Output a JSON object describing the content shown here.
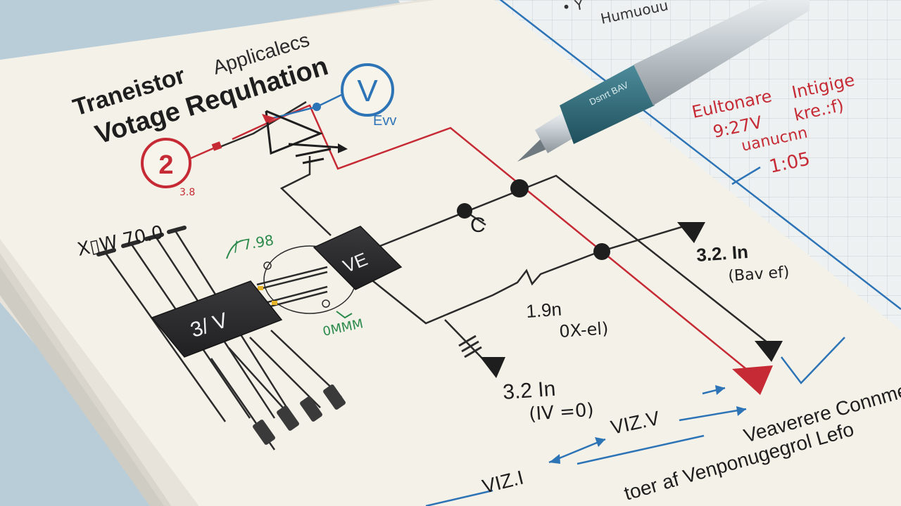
{
  "title": {
    "line1": "Traneistor",
    "line1_suffix": "Applicalecs",
    "line2": "Votage Requhation"
  },
  "top_note": "Humuouu",
  "top_note_prefix": "• Y",
  "pen_label": "Dsnrt BAV",
  "voltmeter": {
    "symbol": "V",
    "caption": "Evv"
  },
  "source": {
    "symbol": "2",
    "caption": "3.8"
  },
  "bus_label": "X▯W 70.0",
  "ic_label": "3/ V",
  "module_label": "VE",
  "handwritten_green_top": "/ 7.98",
  "handwritten_green_bottom": "0MMM",
  "node_c_label": "C",
  "measurements": {
    "right_value": "3.2. In",
    "right_unit": "(Bav ef)",
    "middle_value": "1.9n",
    "middle_unit": "0X-el)",
    "bottom_value": "3.2 In",
    "bottom_unit": "(IV =0)"
  },
  "red_notes": {
    "line1": "Eultonare",
    "line1_suffix": "Intigige",
    "line2": "9:27V",
    "line2_suffix": "kre.:f)",
    "line3": "uanucnn",
    "line4": "1:05"
  },
  "dimensions": {
    "upper": "VIZ.V",
    "lower": "VIZ.I"
  },
  "footer": {
    "line1": "Veaverere Connmers",
    "line2": "toer af Venponugegrol Lefo"
  },
  "colors": {
    "paper": "#f3f0e7",
    "grid_paper": "#ecf0f0",
    "wire_black": "#2b2b2b",
    "wire_red": "#c62b35",
    "accent_blue": "#2d74b7",
    "chip_black": "#2f2f31",
    "pen_teal": "#2f6d7c",
    "green_ink": "#2b8a4b"
  }
}
